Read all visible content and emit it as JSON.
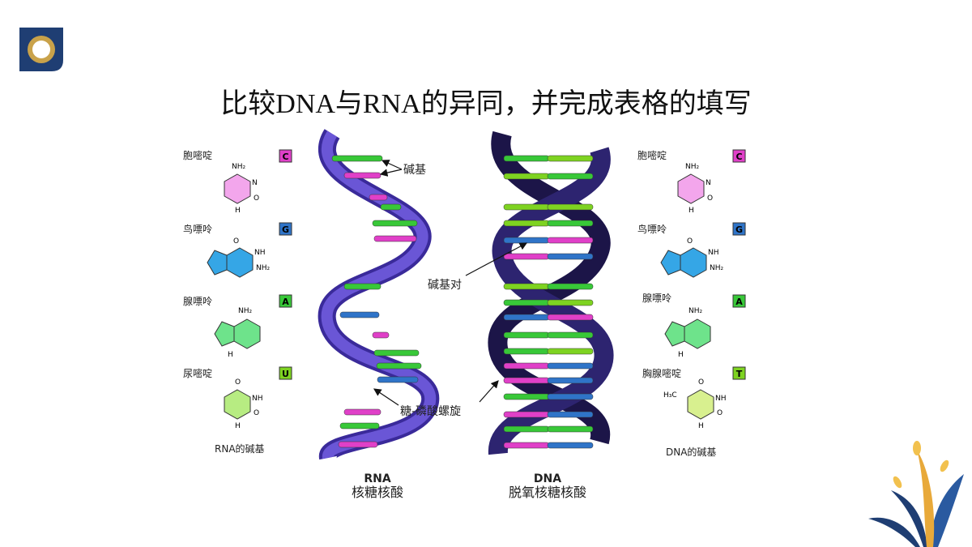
{
  "title": "比较DNA与RNA的异同，并完成表格的填写",
  "rna_bases": [
    {
      "name": "胞嘧啶",
      "letter": "C",
      "color": "#e040c8"
    },
    {
      "name": "鸟嘌呤",
      "letter": "G",
      "color": "#2f74c8"
    },
    {
      "name": "腺嘌呤",
      "letter": "A",
      "color": "#38c838"
    },
    {
      "name": "尿嘧啶",
      "letter": "U",
      "color": "#7ed321"
    }
  ],
  "dna_bases": [
    {
      "name": "胞嘧啶",
      "letter": "C",
      "color": "#e040c8"
    },
    {
      "name": "鸟嘌呤",
      "letter": "G",
      "color": "#2f74c8"
    },
    {
      "name": "腺嘌呤",
      "letter": "A",
      "color": "#38c838"
    },
    {
      "name": "胸腺嘧啶",
      "letter": "T",
      "color": "#7ed321"
    }
  ],
  "rna_caption": "RNA的碱基",
  "dna_caption": "DNA的碱基",
  "labels": {
    "base": "碱基",
    "base_pair": "碱基对",
    "backbone": "糖-磷酸螺旋"
  },
  "rna_title": "RNA",
  "rna_name": "核糖核酸",
  "dna_title": "DNA",
  "dna_name": "脱氧核糖核酸",
  "formula_labels": {
    "nh2": "NH₂",
    "n": "N",
    "h": "H",
    "nh": "NH",
    "o": "O",
    "h3c": "H₃C"
  },
  "colors": {
    "rna_backbone": "#5a3fc0",
    "dna_backbone": "#241a5a",
    "cytosine": "#e040c8",
    "guanine": "#2f74c8",
    "adenine": "#38c838",
    "uracil_thymine": "#7ed321",
    "logo_blue": "#1f3e73",
    "logo_gold": "#c9a24a"
  }
}
